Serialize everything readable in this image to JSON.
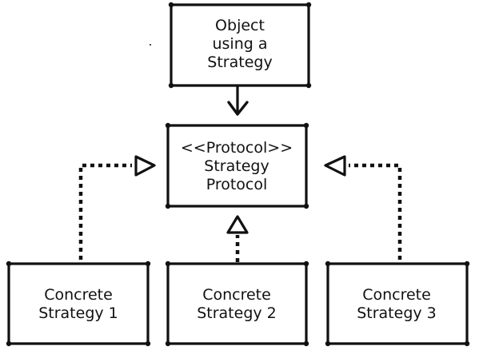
{
  "diagram": {
    "object_box": {
      "lines": [
        "Object",
        "using a",
        "Strategy"
      ]
    },
    "protocol_box": {
      "lines": [
        "<<Protocol>>",
        "Strategy",
        "Protocol"
      ]
    },
    "concrete_boxes": [
      {
        "lines": [
          "Concrete",
          "Strategy 1"
        ]
      },
      {
        "lines": [
          "Concrete",
          "Strategy 2"
        ]
      },
      {
        "lines": [
          "Concrete",
          "Strategy 3"
        ]
      }
    ]
  },
  "colors": {
    "ink": "#111111",
    "background": "#ffffff"
  }
}
